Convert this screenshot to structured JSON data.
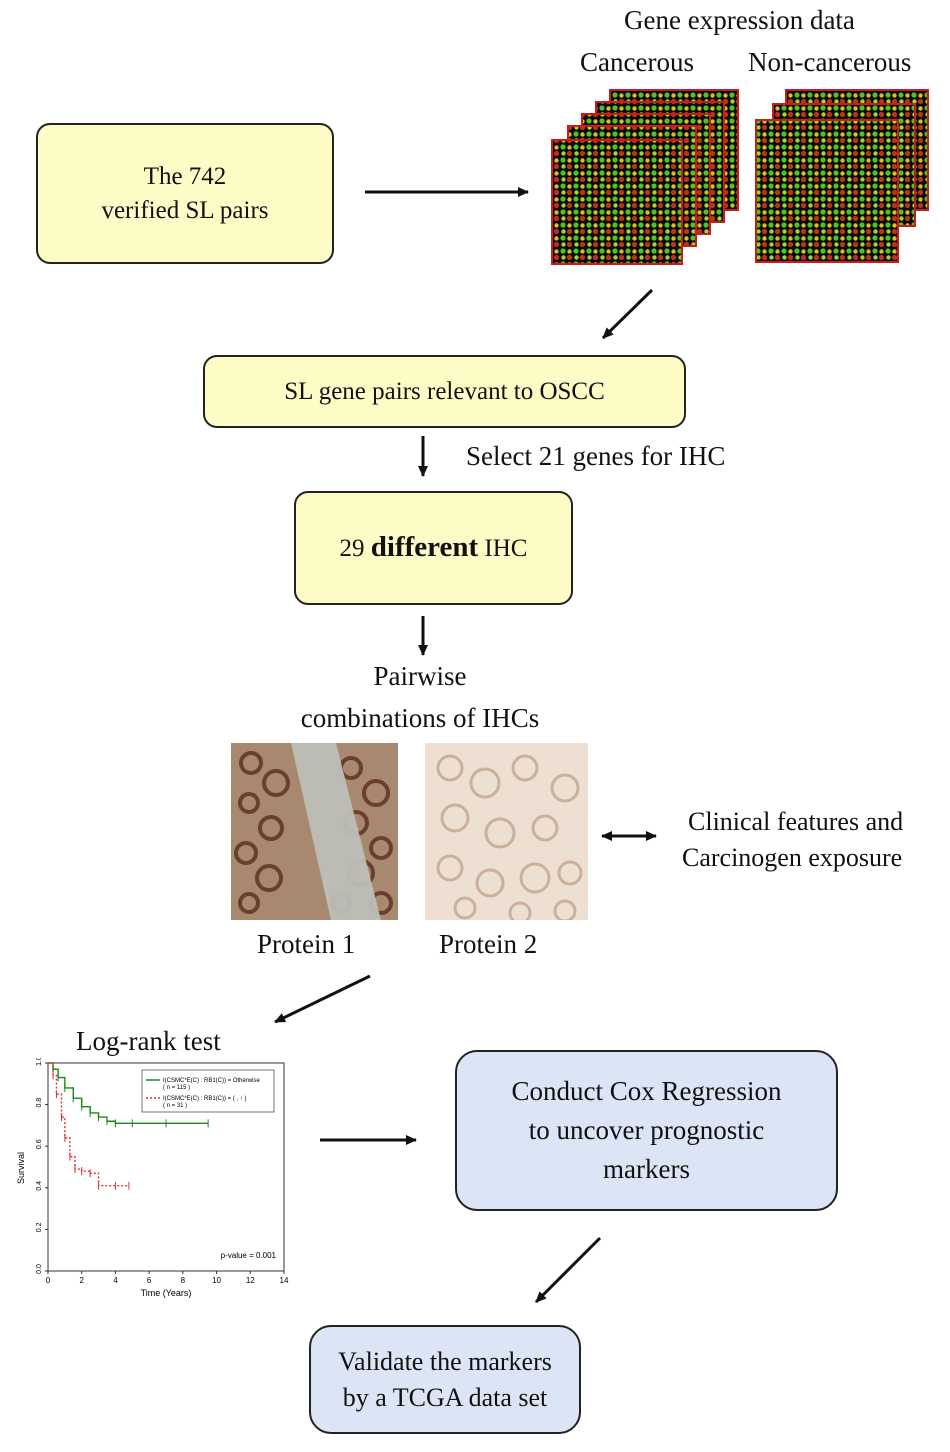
{
  "header": {
    "title": "Gene expression data",
    "cancerous": "Cancerous",
    "non_cancerous": "Non-cancerous"
  },
  "boxes": {
    "sl_pairs_line1": "The 742",
    "sl_pairs_line2": "verified SL pairs",
    "oscc": "SL gene pairs relevant to OSCC",
    "ihc_num": "29",
    "ihc_diff": "different",
    "ihc_tail": "IHC",
    "cox_line1": "Conduct Cox Regression",
    "cox_line2": "to uncover prognostic",
    "cox_line3": "markers",
    "validate_line1": "Validate the markers",
    "validate_line2": "by a TCGA data set"
  },
  "labels": {
    "select_genes": "Select 21 genes for IHC",
    "pairwise_line1": "Pairwise",
    "pairwise_line2": "combinations of IHCs",
    "protein1": "Protein 1",
    "protein2": "Protein 2",
    "clinical_line1": "Clinical features and",
    "clinical_line2": "Carcinogen exposure",
    "logrank": "Log-rank test"
  },
  "km_plot": {
    "ylabel": "Survival",
    "xlabel": "Time (Years)",
    "pvalue": "p-value = 0.001",
    "legend_1": "I(CSMC*E(C) : RB1(C)) = Otherwise",
    "legend_1_n": "( n = 115 )",
    "legend_2": "I(CSMC*E(C) : RB1(C)) = ( , ↑ )",
    "legend_2_n": "( n = 31 )",
    "x_ticks": [
      "0",
      "2",
      "4",
      "6",
      "8",
      "10",
      "12",
      "14"
    ],
    "y_ticks": [
      "0.0",
      "0.2",
      "0.4",
      "0.6",
      "0.8",
      "1.0"
    ],
    "colors": {
      "group1": "#1a8a1a",
      "group2": "#e03030"
    }
  },
  "chart_data": {
    "type": "line",
    "xlabel": "Time (Years)",
    "ylabel": "Survival",
    "xlim": [
      0,
      14
    ],
    "ylim": [
      0,
      1
    ],
    "series": [
      {
        "name": "I(CSMC*E(C) : RB1(C)) = Otherwise",
        "x": [
          0,
          0.3,
          0.6,
          1.0,
          1.5,
          2.0,
          2.5,
          3.0,
          3.5,
          4.0,
          5.0,
          7.0,
          9.5
        ],
        "y": [
          1.0,
          0.97,
          0.93,
          0.88,
          0.83,
          0.79,
          0.76,
          0.74,
          0.72,
          0.71,
          0.71,
          0.71,
          0.71
        ]
      },
      {
        "name": "I(CSMC*E(C) : RB1(C)) = ( , ↑ )",
        "x": [
          0,
          0.3,
          0.5,
          0.8,
          1.0,
          1.3,
          1.6,
          2.0,
          2.5,
          3.0,
          4.0,
          4.8
        ],
        "y": [
          1.0,
          0.94,
          0.85,
          0.74,
          0.64,
          0.55,
          0.49,
          0.48,
          0.47,
          0.41,
          0.41,
          0.41
        ]
      }
    ],
    "annotation": "p-value = 0.001"
  }
}
